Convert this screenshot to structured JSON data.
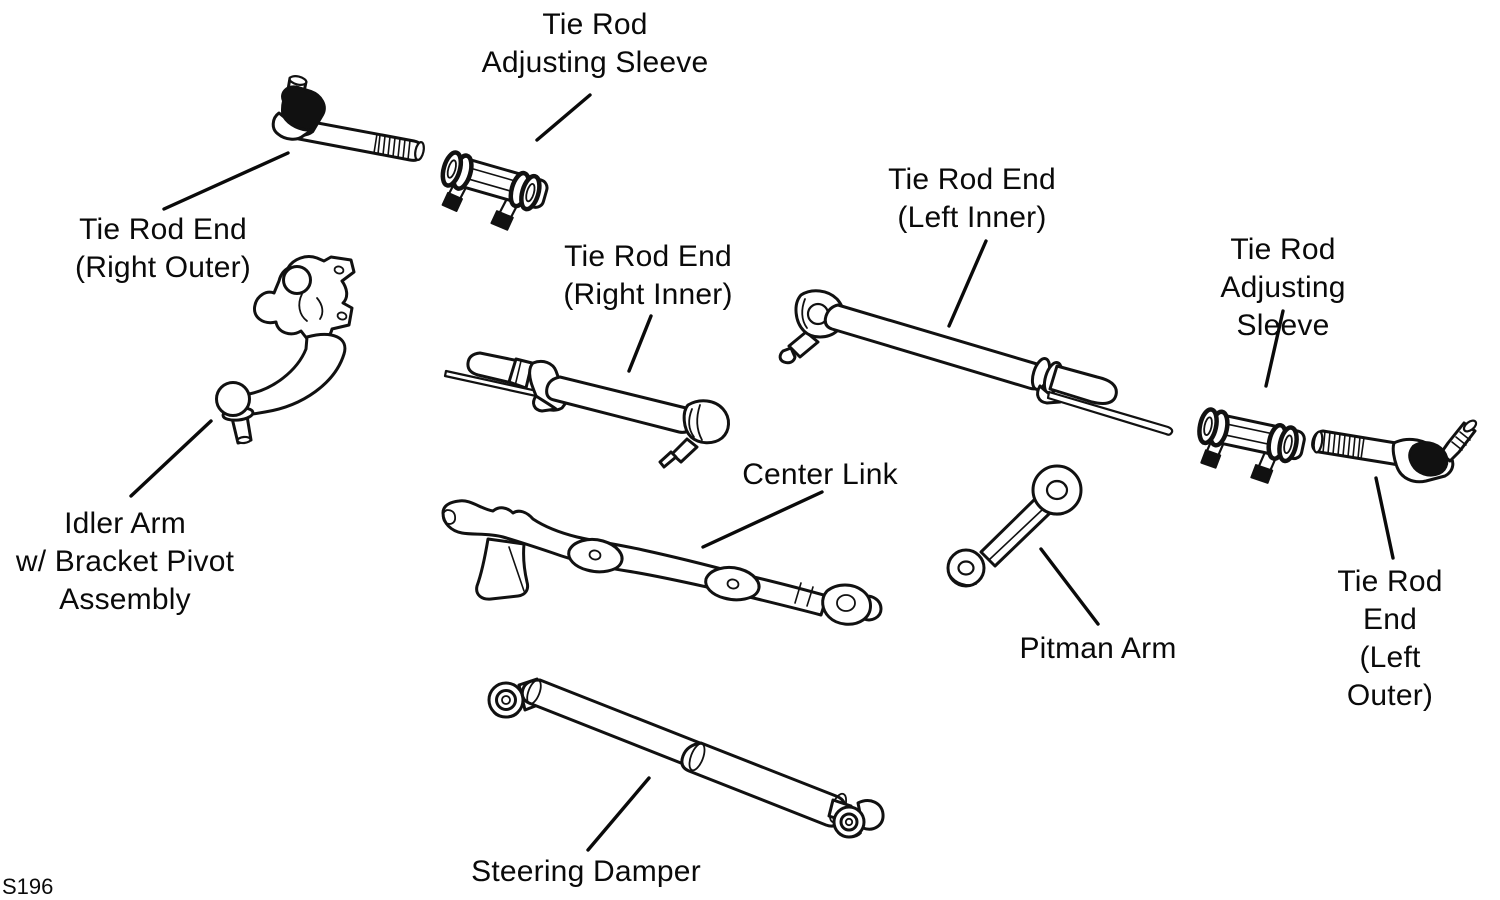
{
  "diagram": {
    "figure_code": "S196",
    "background_color": "#ffffff",
    "line_color": "#111111",
    "labels": {
      "sleeve_top": "Tie Rod\nAdjusting Sleeve",
      "tre_right_outer": "Tie Rod End\n(Right Outer)",
      "tre_right_inner": "Tie Rod End\n(Right Inner)",
      "tre_left_inner": "Tie Rod End\n(Left Inner)",
      "sleeve_right": "Tie Rod\nAdjusting Sleeve",
      "idler_arm": "Idler Arm\nw/ Bracket Pivot\nAssembly",
      "center_link": "Center Link",
      "pitman_arm": "Pitman Arm",
      "tre_left_outer": "Tie Rod End\n(Left Outer)",
      "steering_damper": "Steering Damper"
    }
  }
}
